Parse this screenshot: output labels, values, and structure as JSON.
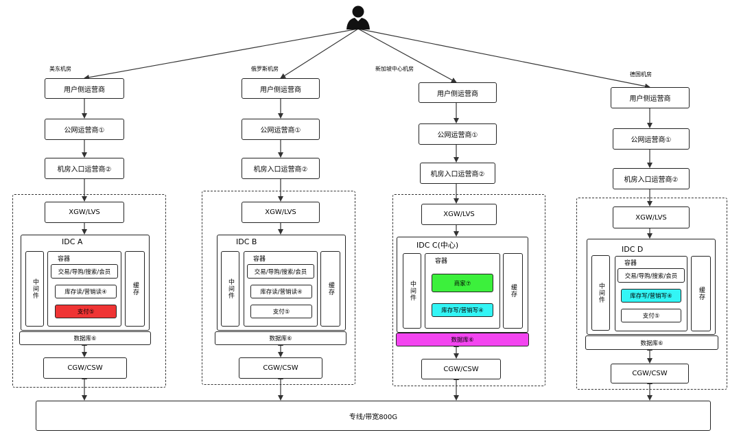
{
  "icons": {
    "user": "user-silhouette-icon"
  },
  "colors": {
    "pay_red": "#ef3434",
    "merchant_green": "#3cf03c",
    "stock_cyan": "#33f5f5",
    "db_magenta": "#f345f0"
  },
  "rooms": [
    {
      "region_label": "美东机房",
      "user_isp": "用户侧运营商",
      "public_isp": "公网运营商①",
      "entry_isp": "机房入口运营商②",
      "xgw": "XGW/LVS",
      "idc_name": "IDC A",
      "container_title": "容器",
      "middleware": "中间件",
      "cache": "缓存",
      "services": [
        "交易/导购/搜索/会员",
        "库存读/营销读④",
        "支付⑤"
      ],
      "database": "数据库⑥",
      "cgw": "CGW/CSW"
    },
    {
      "region_label": "俄罗斯机房",
      "user_isp": "用户侧运营商",
      "public_isp": "公网运营商①",
      "entry_isp": "机房入口运营商②",
      "xgw": "XGW/LVS",
      "idc_name": "IDC B",
      "container_title": "容器",
      "middleware": "中间件",
      "cache": "缓存",
      "services": [
        "交易/导购/搜索/会员",
        "库存读/营销读④",
        "支付⑤"
      ],
      "database": "数据库⑥",
      "cgw": "CGW/CSW"
    },
    {
      "region_label": "新加坡中心机房",
      "user_isp": "用户侧运营商",
      "public_isp": "公网运营商①",
      "entry_isp": "机房入口运营商②",
      "xgw": "XGW/LVS",
      "idc_name": "IDC C(中心)",
      "container_title": "容器",
      "middleware": "中间件",
      "cache": "缓存",
      "services": [
        "商家⑦",
        "库存写/营销写④"
      ],
      "database": "数据库⑥",
      "cgw": "CGW/CSW"
    },
    {
      "region_label": "德国机房",
      "user_isp": "用户侧运营商",
      "public_isp": "公网运营商①",
      "entry_isp": "机房入口运营商②",
      "xgw": "XGW/LVS",
      "idc_name": "IDC D",
      "container_title": "容器",
      "middleware": "中间件",
      "cache": "缓存",
      "services": [
        "交易/导购/搜索/会员",
        "库存写/营销写④",
        "支付⑤"
      ],
      "database": "数据库⑥",
      "cgw": "CGW/CSW"
    }
  ],
  "backbone": "专线/带宽800G"
}
